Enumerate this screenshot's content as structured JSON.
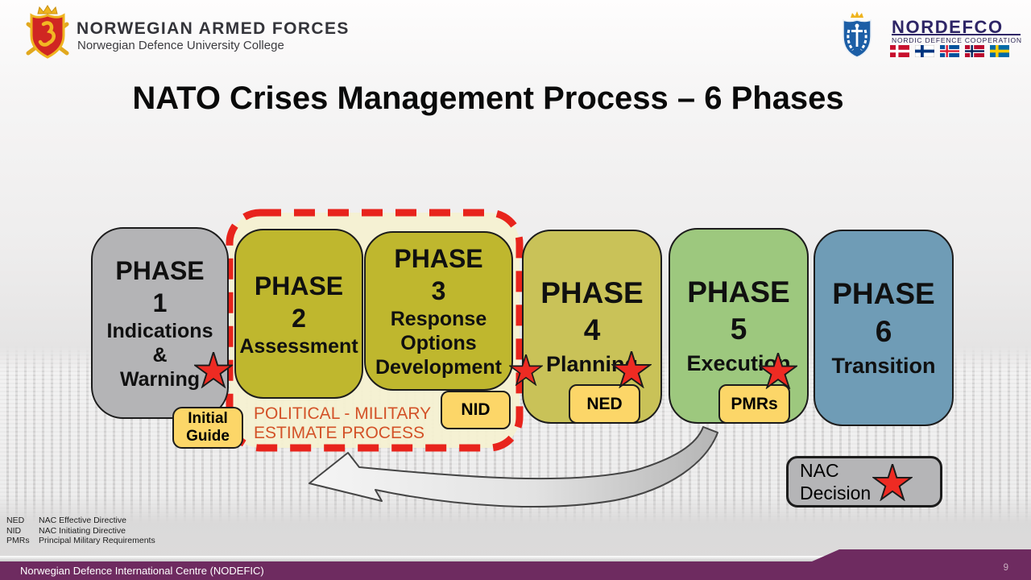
{
  "header": {
    "armed_forces": {
      "emblem_icon": "norwegian-armed-forces-crest",
      "title": "NORWEGIAN ARMED FORCES",
      "subtitle": "Norwegian Defence University College"
    },
    "nordefco": {
      "emblem_icon": "defence-university-college-crest",
      "title": "NORDEFCO",
      "subtitle": "NORDIC DEFENCE COOPERATION",
      "flags": [
        "denmark-flag",
        "finland-flag",
        "iceland-flag",
        "norway-flag",
        "sweden-flag"
      ]
    }
  },
  "slide": {
    "title": "NATO Crises Management Process – 6 Phases",
    "phases": [
      {
        "heading": "PHASE",
        "number": "1",
        "label": "Indications\n&\nWarning",
        "color": "#b4b4b6"
      },
      {
        "heading": "PHASE",
        "number": "2",
        "label": "Assessment",
        "color": "#bfb72e"
      },
      {
        "heading": "PHASE",
        "number": "3",
        "label": "Response\nOptions\nDevelopment",
        "color": "#bfb72e"
      },
      {
        "heading": "PHASE",
        "number": "4",
        "label": "Planning",
        "color": "#c9c258"
      },
      {
        "heading": "PHASE",
        "number": "5",
        "label": "Execution",
        "color": "#9dc87e"
      },
      {
        "heading": "PHASE",
        "number": "6",
        "label": "Transition",
        "color": "#6f9cb6"
      }
    ],
    "estimate_process": {
      "label": "POLITICAL - MILITARY\nESTIMATE PROCESS",
      "text_color": "#d35228",
      "border_color": "#e8241c",
      "fill_color": "#f5f1d0"
    },
    "badges": {
      "initial_guide": "Initial\nGuide",
      "nid": "NID",
      "ned": "NED",
      "pmrs": "PMRs",
      "background": "#fcd668"
    },
    "nac_decision": {
      "label": "NAC\nDecision",
      "background": "#b5b5b7"
    },
    "milestone_star_color": "#ee2b23",
    "legend": [
      {
        "abbr": "NED",
        "meaning": "NAC Effective Directive"
      },
      {
        "abbr": "NID",
        "meaning": "NAC Initiating Directive"
      },
      {
        "abbr": "PMRs",
        "meaning": "Principal Military Requirements"
      }
    ]
  },
  "footer": {
    "text": "Norwegian Defence International Centre (NODEFIC)",
    "page_number": "9",
    "bar_color": "#6e2b60"
  }
}
